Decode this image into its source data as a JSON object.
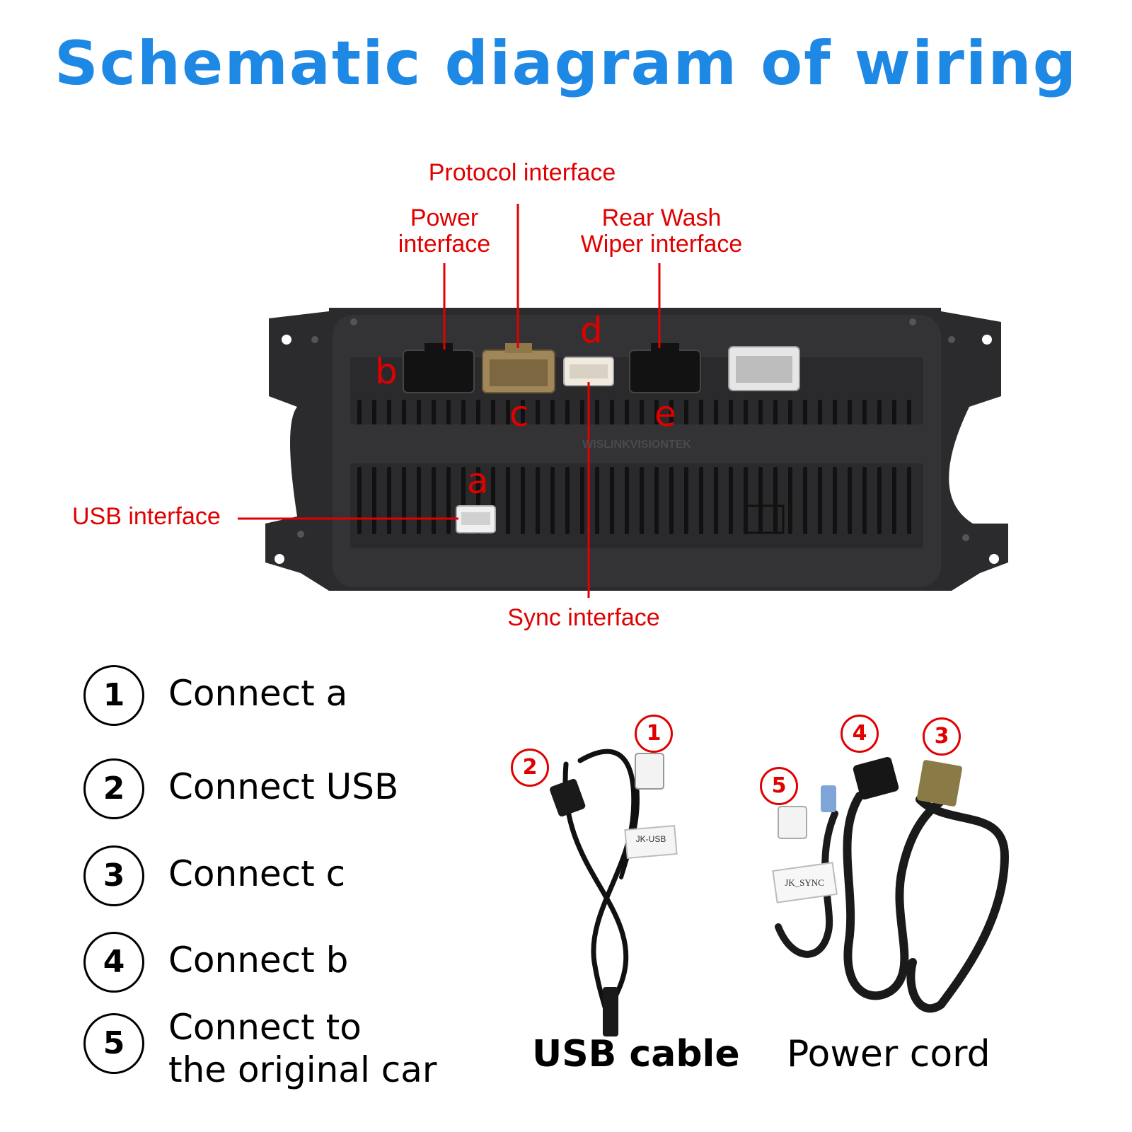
{
  "title": "Schematic diagram of wiring",
  "colors": {
    "title": "#1e88e5",
    "label": "#e00000",
    "device": "#2b2b2d"
  },
  "device": {
    "brand": "WISLINKVISIONTEK",
    "labels": {
      "protocol": "Protocol interface",
      "power_line1": "Power",
      "power_line2": "interface",
      "rear_wash_line1": "Rear Wash",
      "rear_wash_line2": "Wiper interface",
      "usb": "USB interface",
      "sync": "Sync interface"
    },
    "letters": {
      "a": "a",
      "b": "b",
      "c": "c",
      "d": "d",
      "e": "e"
    }
  },
  "steps": [
    {
      "num": "1",
      "text": "Connect a"
    },
    {
      "num": "2",
      "text": "Connect USB"
    },
    {
      "num": "3",
      "text": "Connect c"
    },
    {
      "num": "4",
      "text": "Connect b"
    },
    {
      "num": "5",
      "text": "Connect to",
      "text2": "the original car"
    }
  ],
  "cables": {
    "usb_caption": "USB cable",
    "power_caption": "Power cord",
    "usb_tag": "JK-USB",
    "sync_tag": "JK_SYNC",
    "badges": [
      "1",
      "2",
      "3",
      "4",
      "5"
    ]
  }
}
